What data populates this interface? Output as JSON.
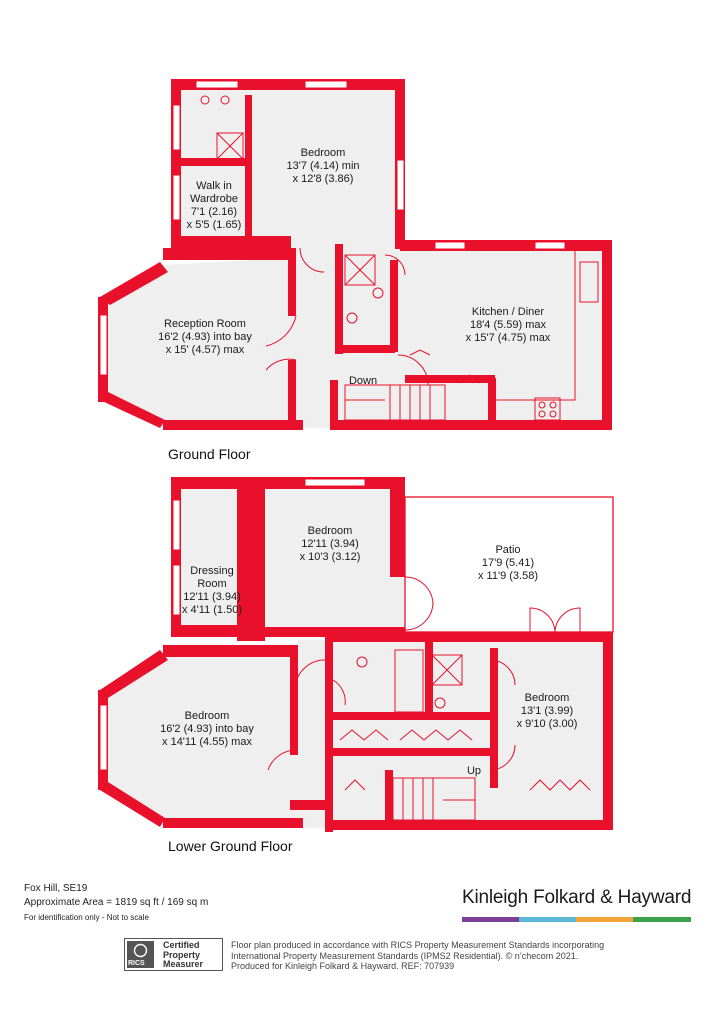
{
  "ground_floor": {
    "label": "Ground Floor",
    "rooms": [
      {
        "id": "bedroom-gf",
        "lines": [
          "Bedroom",
          "13'7 (4.14) min",
          "x 12'8 (3.86)"
        ]
      },
      {
        "id": "walk-in-wardrobe",
        "lines": [
          "Walk in",
          "Wardrobe",
          "7'1 (2.16)",
          "x 5'5 (1.65)"
        ]
      },
      {
        "id": "reception-room",
        "lines": [
          "Reception Room",
          "16'2 (4.93) into bay",
          "x 15' (4.57) max"
        ]
      },
      {
        "id": "kitchen-diner",
        "lines": [
          "Kitchen / Diner",
          "18'4 (5.59) max",
          "x 15'7 (4.75) max"
        ]
      }
    ],
    "stairs_label": "Down"
  },
  "lower_ground_floor": {
    "label": "Lower Ground Floor",
    "rooms": [
      {
        "id": "dressing-room",
        "lines": [
          "Dressing",
          "Room",
          "12'11 (3.94)",
          "x 4'11 (1.50)"
        ]
      },
      {
        "id": "bedroom-lg-1",
        "lines": [
          "Bedroom",
          "12'11 (3.94)",
          "x 10'3 (3.12)"
        ]
      },
      {
        "id": "patio",
        "lines": [
          "Patio",
          "17'9 (5.41)",
          "x 11'9 (3.58)"
        ]
      },
      {
        "id": "bedroom-lg-2",
        "lines": [
          "Bedroom",
          "16'2 (4.93) into bay",
          "x 14'11 (4.55) max"
        ]
      },
      {
        "id": "bedroom-lg-3",
        "lines": [
          "Bedroom",
          "13'1 (3.99)",
          "x 9'10 (3.00)"
        ]
      }
    ],
    "stairs_label": "Up"
  },
  "footer": {
    "address": "Fox Hill, SE19",
    "area": "Approximate Area = 1819 sq ft / 169 sq m",
    "note": "For identification only - Not to scale",
    "brand": "Kinleigh Folkard & Hayward",
    "brand_colors": [
      "#7b3f98",
      "#5bb8d6",
      "#f2a33a",
      "#3ca14a"
    ],
    "rics_badge_text": "RICS",
    "rics_certified": [
      "Certified",
      "Property",
      "Measurer"
    ],
    "disclaimer": [
      "Floor plan produced in accordance with RICS Property Measurement Standards incorporating",
      "International Property Measurement Standards (IPMS2 Residential).  © n’checom 2021.",
      "Produced for Kinleigh Folkard & Hayward.   REF: 707939"
    ]
  },
  "colors": {
    "wall": "#e8102a",
    "floor": "#efefef",
    "window": "#ffffff"
  }
}
